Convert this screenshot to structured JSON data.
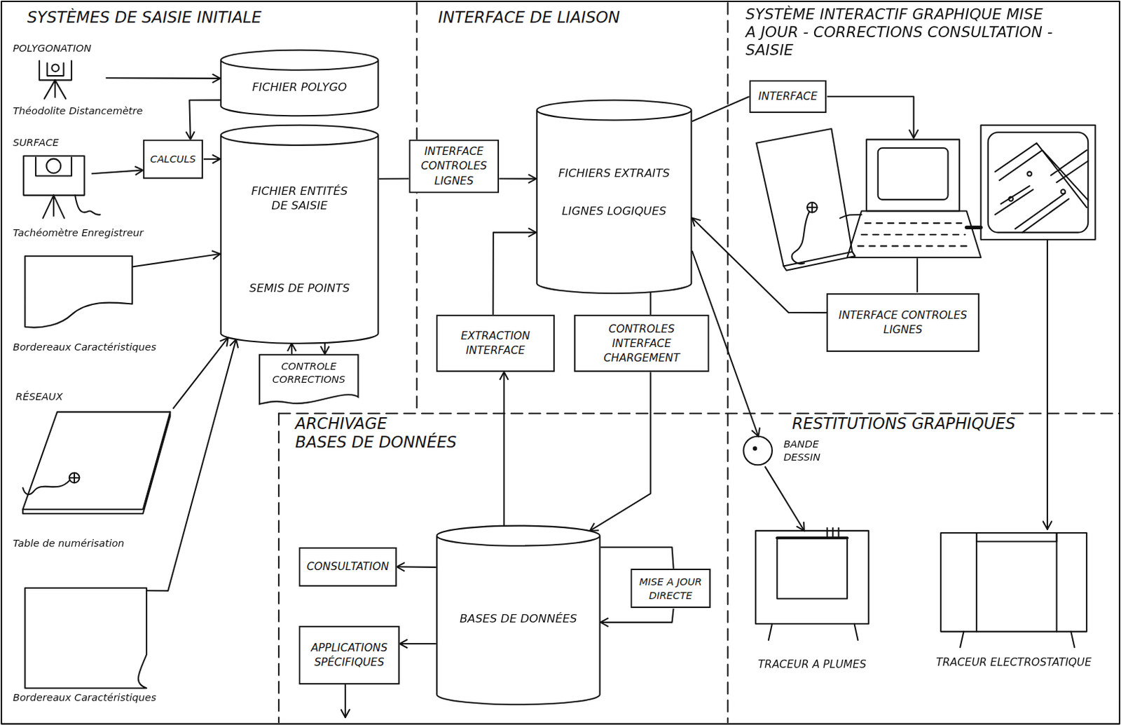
{
  "diagram": {
    "nodes": [
      {
        "text": [
          "POLYGONATION",
          "Théodolite Distancemètre"
        ]
      },
      {
        "text": [
          "FICHIER POLYGO"
        ]
      },
      {
        "text": [
          "SURFACE",
          "Tachéomètre Enregistreur"
        ]
      },
      {
        "text": [
          "CALCULS"
        ]
      },
      {
        "text": [
          "FICHIER ENTITÉS DE SAISIE",
          "SEMIS DE POINTS"
        ]
      },
      {
        "text": [
          "Bordereaux Caractéristiques"
        ]
      },
      {
        "text": [
          "CONTROLE CORRECTIONS"
        ]
      },
      {
        "text": [
          "RÉSEAUX",
          "Table de numérisation"
        ]
      },
      {
        "text": [
          "Bordereaux Caractéristiques"
        ]
      },
      {
        "text": [
          "INTERFACE CONTROLES LIGNES"
        ]
      },
      {
        "text": [
          "FICHIERS EXTRAITS",
          "LIGNES LOGIQUES"
        ]
      },
      {
        "text": [
          "EXTRACTION INTERFACE"
        ]
      },
      {
        "text": [
          "CONTROLES INTERFACE CHARGEMENT"
        ]
      },
      {
        "text": [
          "INTERFACE"
        ]
      },
      {
        "text": [
          "INTERFACE CONTROLES LIGNES"
        ]
      },
      {
        "text": [
          "BANDE DESSIN"
        ]
      },
      {
        "text": [
          "BASES DE DONNÉES"
        ]
      },
      {
        "text": [
          "CONSULTATION"
        ]
      },
      {
        "text": [
          "MISE A JOUR DIRECTE"
        ]
      },
      {
        "text": [
          "APPLICATIONS SPÉCIFIQUES"
        ]
      },
      {
        "text": [
          "TRACEUR A PLUMES"
        ]
      },
      {
        "text": [
          "TRACEUR ELECTROSTATIQUE"
        ]
      }
    ],
    "edges": [
      {
        "from": 0,
        "to": 1,
        "arrow": "to"
      },
      {
        "from": 1,
        "to": 3,
        "arrow": "to"
      },
      {
        "from": 2,
        "to": 3,
        "arrow": "to"
      },
      {
        "from": 3,
        "to": 4,
        "arrow": "to"
      },
      {
        "from": 5,
        "to": 4,
        "arrow": "to"
      },
      {
        "from": 7,
        "to": 4,
        "arrow": "to"
      },
      {
        "from": 8,
        "to": 4,
        "arrow": "to"
      },
      {
        "from": 6,
        "to": 4,
        "arrow": "to"
      },
      {
        "from": 4,
        "to": 6,
        "arrow": "to"
      },
      {
        "from": 4,
        "to": 9,
        "arrow": "none"
      },
      {
        "from": 9,
        "to": 10,
        "arrow": "to"
      },
      {
        "from": 11,
        "to": 10,
        "arrow": "to"
      },
      {
        "from": 10,
        "to": 12,
        "arrow": "none"
      },
      {
        "from": 12,
        "to": 16,
        "arrow": "to"
      },
      {
        "from": 16,
        "to": 11,
        "arrow": "to"
      },
      {
        "from": 16,
        "to": 17,
        "arrow": "to"
      },
      {
        "from": 16,
        "to": 19,
        "arrow": "to"
      },
      {
        "from": 16,
        "to": 18,
        "arrow": "none"
      },
      {
        "from": 18,
        "to": 16,
        "arrow": "to"
      },
      {
        "from": 10,
        "to": 13,
        "arrow": "none"
      },
      {
        "from": 14,
        "to": 10,
        "arrow": "to"
      },
      {
        "from": 10,
        "to": 15,
        "arrow": "to"
      },
      {
        "from": 15,
        "to": 20,
        "arrow": "to"
      }
    ],
    "labels": [
      "SYSTÈMES DE SAISIE INITIALE",
      "INTERFACE DE LIAISON",
      "SYSTÈME INTERACTIF GRAPHIQUE MISE A JOUR - CORRECTIONS CONSULTATION - SAISIE",
      "ARCHIVAGE",
      "BASES DE DONNÉES",
      "RESTITUTIONS GRAPHIQUES"
    ]
  }
}
